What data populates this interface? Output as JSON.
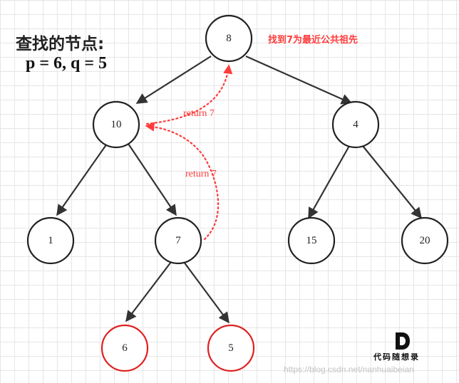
{
  "heading": {
    "title": "查找的节点:",
    "params": "p = 6, q = 5"
  },
  "result_note": "找到7为最近公共祖先",
  "tree": {
    "nodes": {
      "root": "8",
      "left": "10",
      "right": "4",
      "left_left": "1",
      "left_right": "7",
      "right_left": "15",
      "right_right": "20",
      "lr_left": "6",
      "lr_right": "5"
    },
    "highlighted": [
      "lr_left",
      "lr_right"
    ]
  },
  "returns": {
    "from_7": "return 7",
    "from_10": "return 7"
  },
  "logo": {
    "text": "代码随想录"
  },
  "watermark": "https://blog.csdn.net/nanhuaibeian",
  "colors": {
    "edge": "#333333",
    "highlight": "#e02020",
    "return_arrow": "#ff3b3b",
    "grid": "#e6e6e6"
  }
}
